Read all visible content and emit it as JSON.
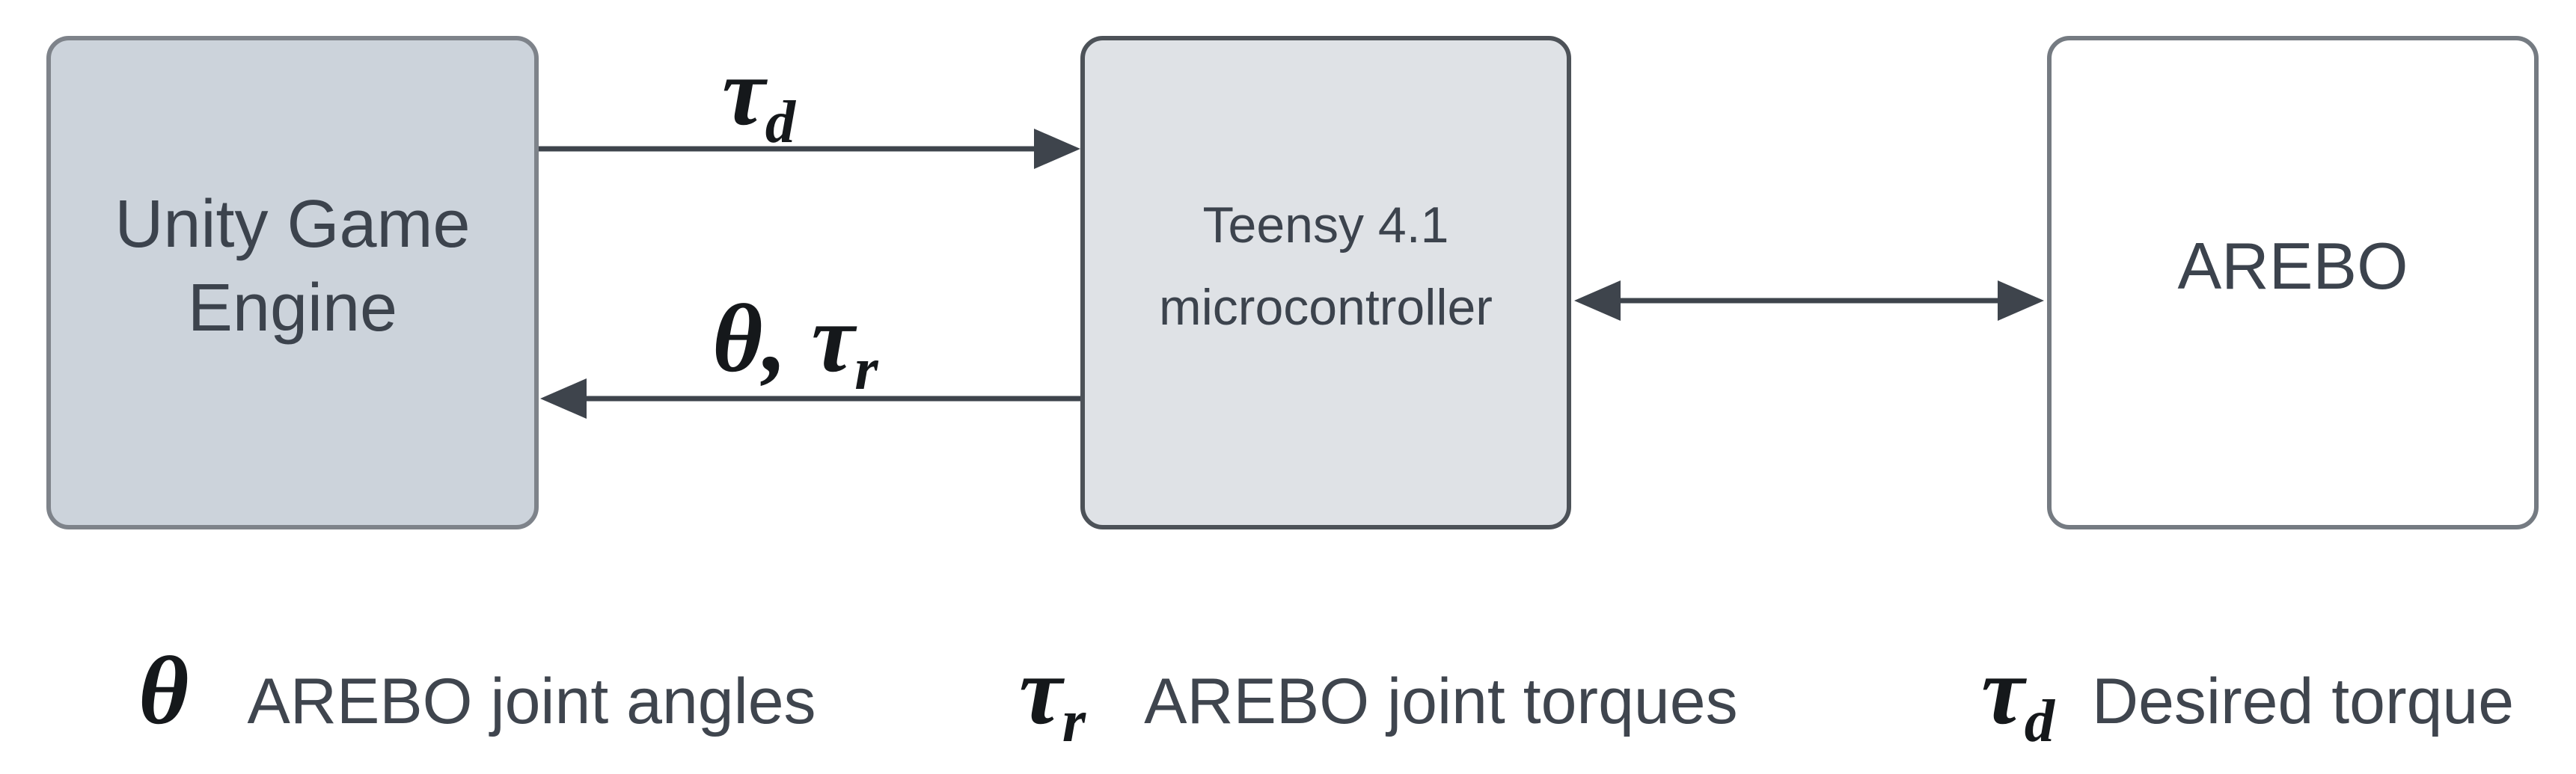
{
  "nodes": {
    "unity": {
      "line1": "Unity Game",
      "line2": "Engine",
      "fill": "#ccd3db",
      "border": "#7e838a"
    },
    "teensy": {
      "line1": "Teensy 4.1",
      "line2": "microcontroller",
      "fill": "#dfe2e6",
      "border": "#4d5258"
    },
    "arebo": {
      "label": "AREBO",
      "fill": "#ffffff",
      "border": "#757b82"
    }
  },
  "edges": {
    "tau_d": {
      "direction": "right",
      "label_base": "τ",
      "label_sub": "d"
    },
    "theta_tau_r": {
      "direction": "left",
      "label_base": "θ, τ",
      "label_sub": "r"
    },
    "teensy_arebo": {
      "direction": "both",
      "label_base": "",
      "label_sub": ""
    }
  },
  "legend": {
    "items": [
      {
        "symbol": "θ",
        "sub": "",
        "label": "AREBO joint angles"
      },
      {
        "symbol": "τ",
        "sub": "r",
        "label": "AREBO joint torques"
      },
      {
        "symbol": "τ",
        "sub": "d",
        "label": "Desired torque"
      }
    ]
  },
  "colors": {
    "arrow": "#3e444c",
    "node_text": "#3c434d",
    "legend_text": "#3f454e",
    "symbol_text": "#15181b",
    "background": "#ffffff"
  }
}
